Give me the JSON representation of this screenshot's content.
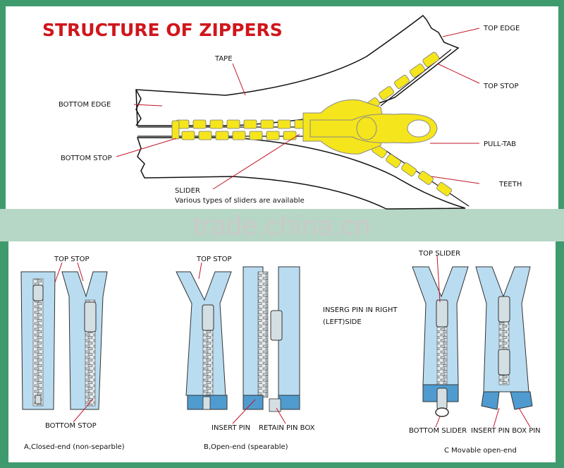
{
  "colors": {
    "border": "#3f9b6e",
    "panel": "#ffffff",
    "title": "#d0161c",
    "leader": "#c0172a",
    "zipper_yellow": "#f5e51c",
    "tape_blue": "#b9dcf0",
    "tape_end": "#4f9bcf",
    "metal": "#d4dfe3"
  },
  "title": "STRUCTURE OF ZIPPERS",
  "top_labels": {
    "top_edge": "TOP EDGE",
    "tape": "TAPE",
    "top_stop": "TOP STOP",
    "bottom_edge": "BOTTOM EDGE",
    "pull_tab": "PULL-TAB",
    "bottom_stop": "BOTTOM STOP",
    "teeth": "TEETH",
    "slider": "SLIDER",
    "slider_note": "Various types of sliders are available"
  },
  "watermark": "trade.china.cn",
  "types": {
    "a": {
      "top_stop": "TOP STOP",
      "bottom_stop": "BOTTOM STOP",
      "caption": "A,Closed-end (non-separble)"
    },
    "b": {
      "top_stop": "TOP STOP",
      "pin_note_line1": "INSERG PIN IN RIGHT",
      "pin_note_line2": "(LEFT)SIDE",
      "insert_pin": "INSERT PIN",
      "retain_pin_box": "RETAIN PIN BOX",
      "caption": "B,Open-end (spearable)"
    },
    "c": {
      "top_slider": "TOP SLIDER",
      "bottom_slider": "BOTTOM SLIDER",
      "insert_pin_box_pin": "INSERT PIN BOX PIN",
      "caption": "C Movable open-end"
    }
  }
}
